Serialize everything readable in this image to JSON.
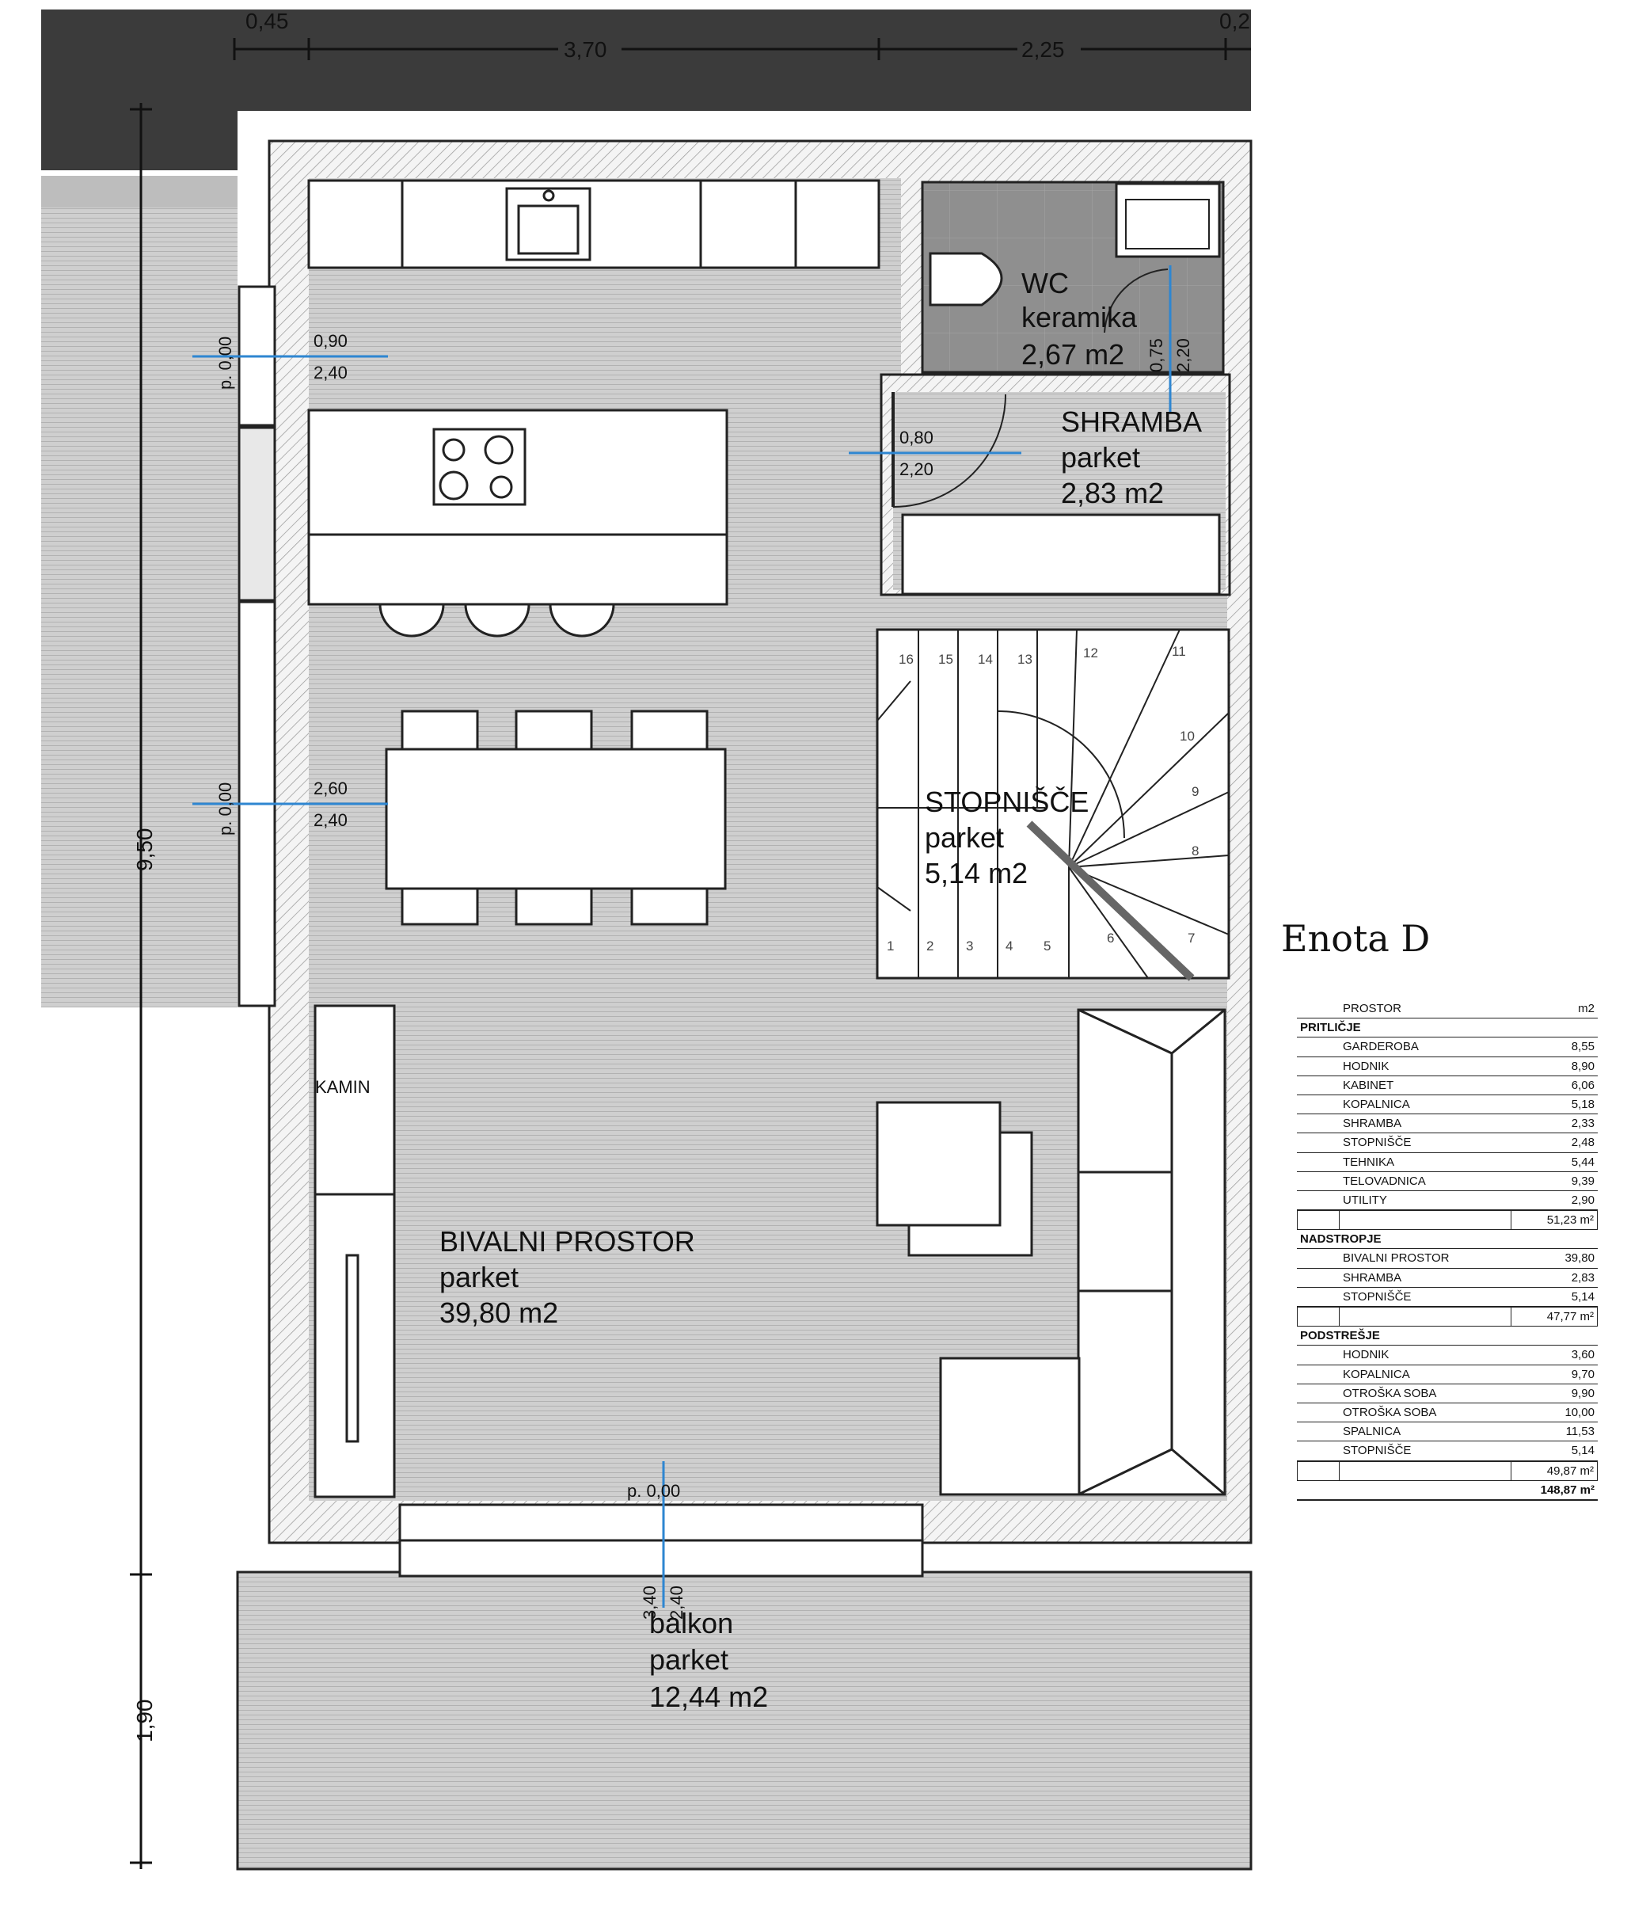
{
  "plan": {
    "top_dims": [
      "0,45",
      "3,70",
      "2,25",
      "0,2"
    ],
    "side_dims": [
      "9,50",
      "1,90"
    ],
    "rooms": {
      "wc": {
        "name": "WC",
        "floor": "keramika",
        "area": "2,67 m2"
      },
      "shramba": {
        "name": "SHRAMBA",
        "floor": "parket",
        "area": "2,83 m2"
      },
      "stopnisce": {
        "name": "STOPNIŠČE",
        "floor": "parket",
        "area": "5,14 m2"
      },
      "bivalni": {
        "name": "BIVALNI PROSTOR",
        "floor": "parket",
        "area": "39,80 m2"
      },
      "balkon": {
        "name": "balkon",
        "floor": "parket",
        "area": "12,44 m2"
      },
      "kamin": "KAMIN"
    },
    "openings": {
      "win1": {
        "w": "0,90",
        "h": "2,40",
        "sill": "p. 0,00"
      },
      "win2": {
        "w": "2,60",
        "h": "2,40",
        "sill": "p. 0,00"
      },
      "door_shramba": {
        "w": "0,80",
        "h": "2,20"
      },
      "door_wc": {
        "w": "0,75",
        "h": "2,20"
      },
      "balcony_door": {
        "w": "3,40",
        "h": "2,40",
        "sill": "p. 0,00"
      }
    },
    "stair_numbers": [
      "1",
      "2",
      "3",
      "4",
      "5",
      "6",
      "7",
      "8",
      "9",
      "10",
      "11",
      "12",
      "13",
      "14",
      "15",
      "16"
    ]
  },
  "table": {
    "title": "Enota D",
    "header": {
      "name": "PROSTOR",
      "unit": "m2"
    },
    "sections": [
      {
        "name": "PRITLIČJE",
        "rows": [
          {
            "name": "GARDEROBA",
            "value": "8,55"
          },
          {
            "name": "HODNIK",
            "value": "8,90"
          },
          {
            "name": "KABINET",
            "value": "6,06"
          },
          {
            "name": "KOPALNICA",
            "value": "5,18"
          },
          {
            "name": "SHRAMBA",
            "value": "2,33"
          },
          {
            "name": "STOPNIŠČE",
            "value": "2,48"
          },
          {
            "name": "TEHNIKA",
            "value": "5,44"
          },
          {
            "name": "TELOVADNICA",
            "value": "9,39"
          },
          {
            "name": "UTILITY",
            "value": "2,90"
          }
        ],
        "total": "51,23 m²"
      },
      {
        "name": "NADSTROPJE",
        "rows": [
          {
            "name": "BIVALNI PROSTOR",
            "value": "39,80"
          },
          {
            "name": "SHRAMBA",
            "value": "2,83"
          },
          {
            "name": "STOPNIŠČE",
            "value": "5,14"
          }
        ],
        "total": "47,77 m²"
      },
      {
        "name": "PODSTREŠJE",
        "rows": [
          {
            "name": "HODNIK",
            "value": "3,60"
          },
          {
            "name": "KOPALNICA",
            "value": "9,70"
          },
          {
            "name": "OTROŠKA SOBA",
            "value": "9,90"
          },
          {
            "name": "OTROŠKA SOBA",
            "value": "10,00"
          },
          {
            "name": "SPALNICA",
            "value": "11,53"
          },
          {
            "name": "STOPNIŠČE",
            "value": "5,14"
          }
        ],
        "total": "49,87 m²"
      }
    ],
    "grand_total": "148,87 m²"
  },
  "colors": {
    "wall": "#3d3d3d",
    "floor": "#c9c9c9",
    "tile": "#8e8e8e",
    "dim_blue": "#2e86d1"
  }
}
